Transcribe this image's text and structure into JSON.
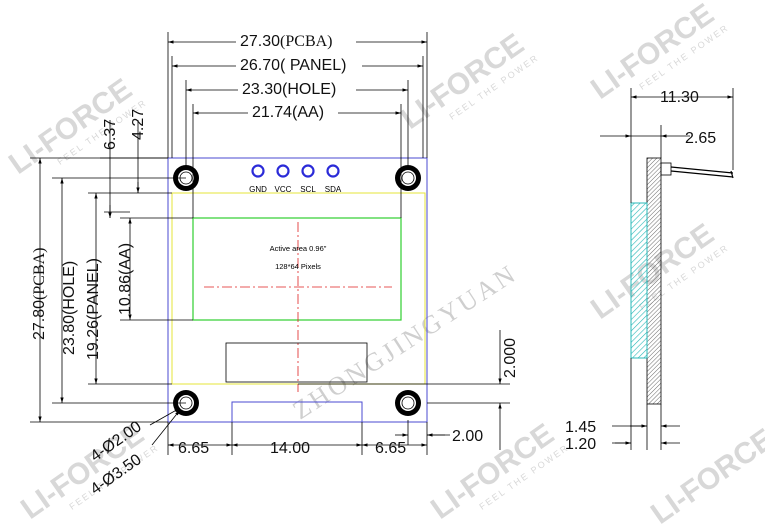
{
  "watermark": {
    "brand": "LI-FORCE",
    "tagline": "FEEL THE POWER",
    "name": "ZHONGJINGYUAN"
  },
  "colors": {
    "pcb": "#4a4ad0",
    "panel": "#e6e63a",
    "active": "#2fcf2f",
    "centerline": "#e02020",
    "pin": "#2b2bd8",
    "glass": "#28b8b8"
  },
  "front": {
    "top_dims": {
      "pcba": "27.30",
      "pcba_tag": "(PCBA)",
      "panel": "26.70",
      "panel_tag": "( PANEL)",
      "hole": "23.30(HOLE)",
      "aa": "21.74(AA)"
    },
    "left_dims": {
      "d637": "6.37",
      "d427": "4.27",
      "pcba": "27.80",
      "pcba_tag": "(PCBA)",
      "hole": "23.80(HOLE)",
      "panel": "19.26(PANEL)",
      "aa": "10.86(AA)"
    },
    "right_dims": {
      "d2000": "2.000",
      "d200": "2.00"
    },
    "bottom_dims": {
      "left": "6.65",
      "mid": "14.00",
      "right": "6.65"
    },
    "holes": {
      "d1": "4-Ø2.00",
      "d2": "4-Ø3.50"
    },
    "pins": [
      "GND",
      "VCC",
      "SCL",
      "SDA"
    ],
    "active_text": [
      "Active area 0.96\"",
      "128*64 Pixels"
    ]
  },
  "side": {
    "d1130": "11.30",
    "d265": "2.65",
    "d145": "1.45",
    "d120": "1.20"
  }
}
